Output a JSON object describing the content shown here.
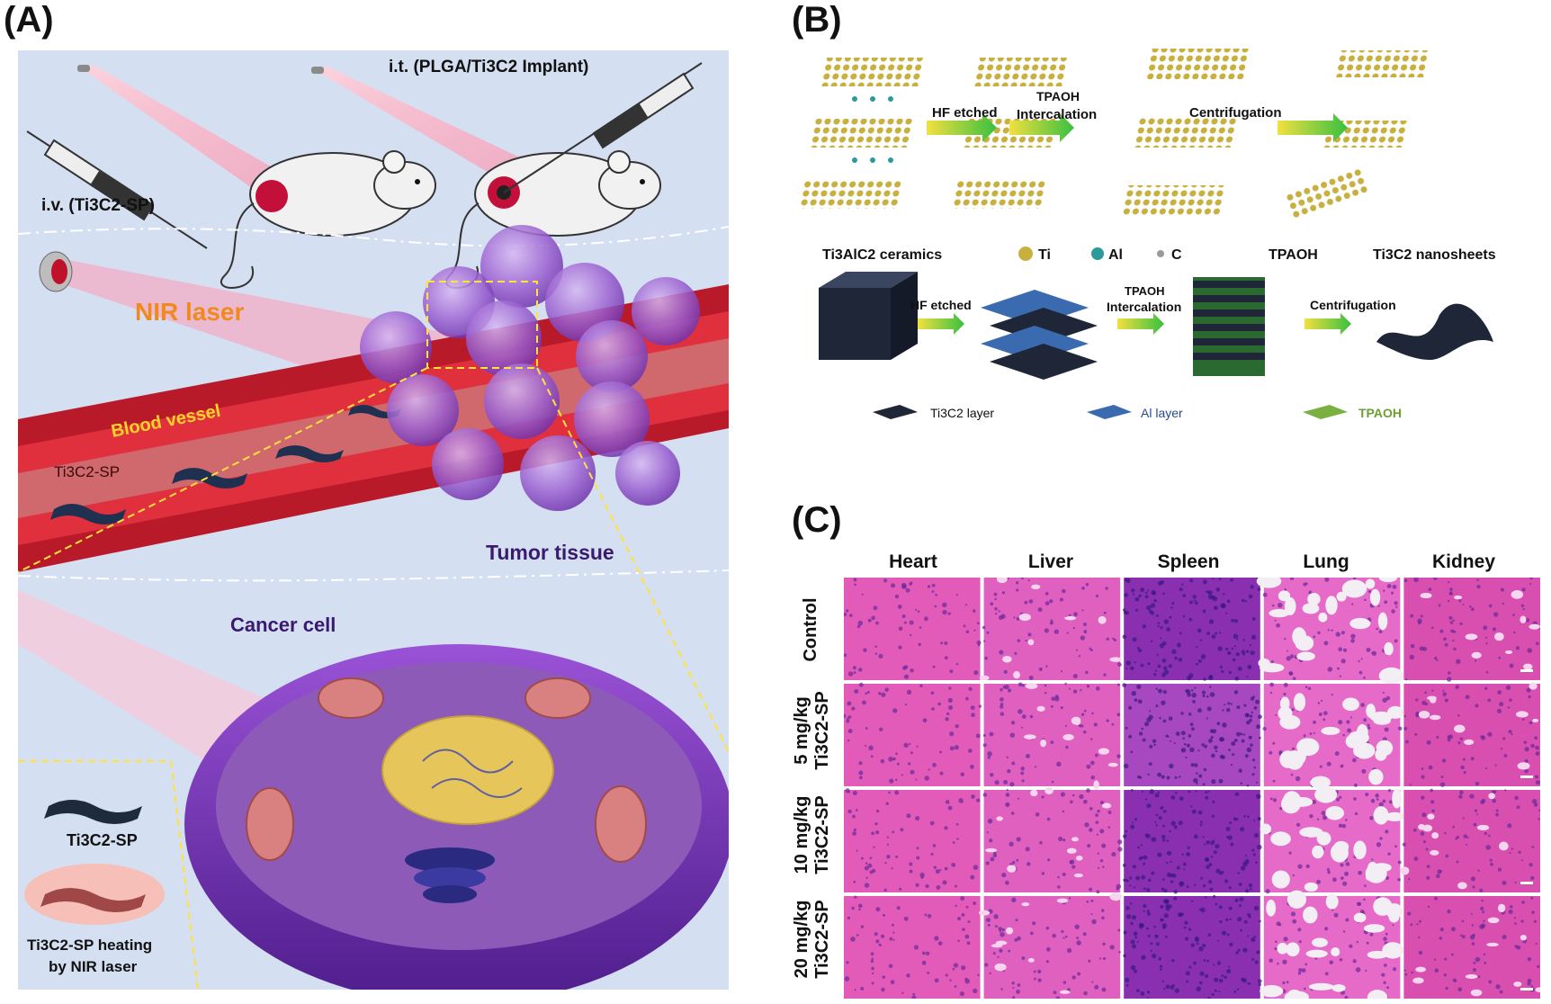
{
  "panels": {
    "a": "(A)",
    "b": "(B)",
    "c": "(C)"
  },
  "panel_a": {
    "iv_label": "i.v. (Ti3C2-SP)",
    "it_label": "i.t. (PLGA/Ti3C2 Implant)",
    "nir_label": "NIR laser",
    "vessel_label": "Blood vessel",
    "sp_label": "Ti3C2-SP",
    "tumor_label": "Tumor tissue",
    "cancer_label": "Cancer cell",
    "legend_sp": "Ti3C2-SP",
    "legend_heat_1": "Ti3C2-SP heating",
    "legend_heat_2": "by NIR laser"
  },
  "panel_b": {
    "arrow1": "HF etched",
    "arrow2_1": "TPAOH",
    "arrow2_2": "Intercalation",
    "arrow3": "Centrifugation",
    "ceramics": "Ti3AlC2 ceramics",
    "leg_ti": "Ti",
    "leg_al": "Al",
    "leg_c": "C",
    "leg_tpaoh": "TPAOH",
    "nanosheets": "Ti3C2 nanosheets",
    "b_arrow1": "HF etched",
    "b_arrow2_1": "TPAOH",
    "b_arrow2_2": "Intercalation",
    "b_arrow3": "Centrifugation",
    "leg2_ti": "Ti3C2 layer",
    "leg2_al": "Al layer",
    "leg2_tpaoh": "TPAOH"
  },
  "panel_c": {
    "columns": [
      "Heart",
      "Liver",
      "Spleen",
      "Lung",
      "Kidney"
    ],
    "rows": [
      {
        "line1": "Control",
        "line2": ""
      },
      {
        "line1": "5 mg/kg",
        "line2": "Ti3C2-SP"
      },
      {
        "line1": "10 mg/kg",
        "line2": "Ti3C2-SP"
      },
      {
        "line1": "20 mg/kg",
        "line2": "Ti3C2-SP"
      }
    ]
  },
  "colors": {
    "tissue_pink": "#e04fb5",
    "spleen_purple": "#8a2fb0",
    "vessel_red": "#c0102a",
    "tumor_purple": "#8c3fc8",
    "arrow_yellow": "#e8d21a"
  }
}
